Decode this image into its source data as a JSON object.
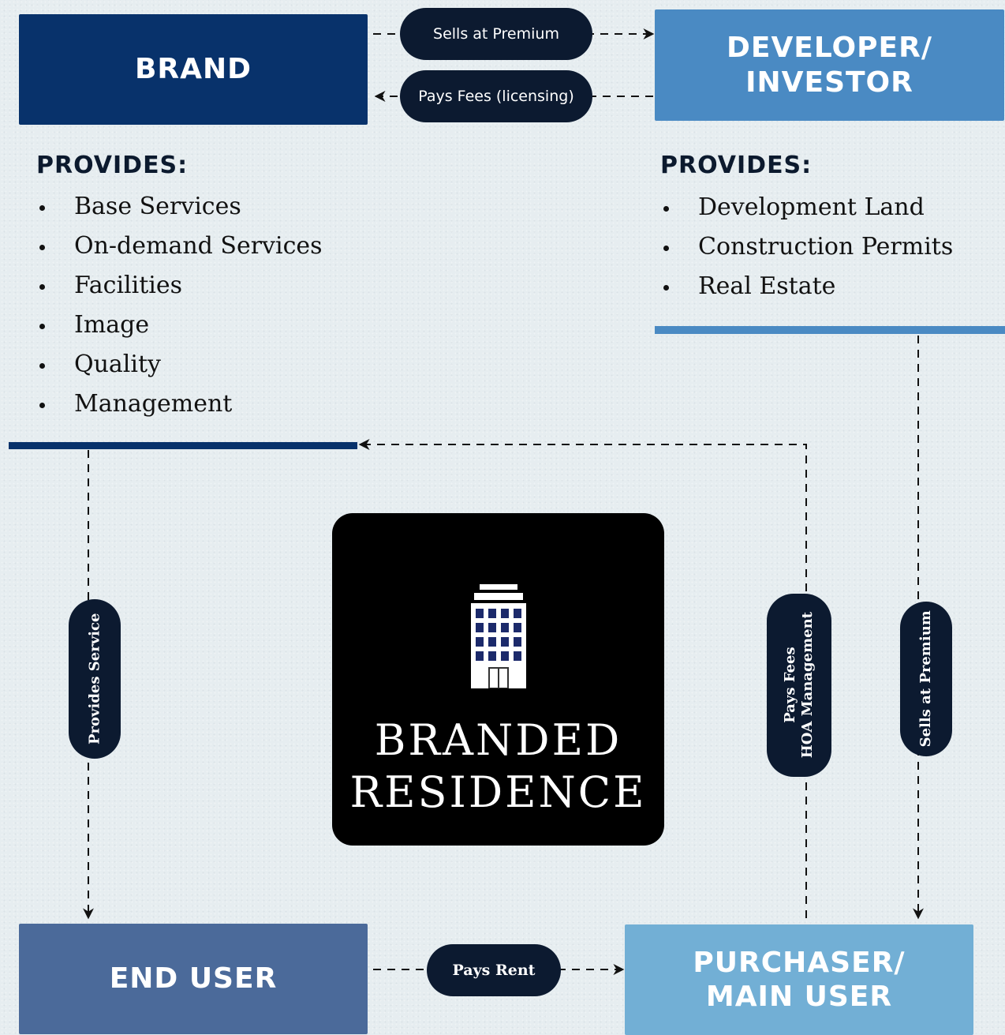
{
  "colors": {
    "brand": "#08326b",
    "developer": "#4a8ac3",
    "end_user": "#4b6a9a",
    "purchaser": "#72afd5",
    "pill": "#0c1a30",
    "center": "#000000"
  },
  "boxes": {
    "brand": "BRAND",
    "developer": "DEVELOPER/\nINVESTOR",
    "end_user": "END USER",
    "purchaser": "PURCHASER/\nMAIN USER"
  },
  "brand_provides": {
    "heading": "PROVIDES:",
    "items": [
      "Base Services",
      "On-demand Services",
      "Facilities",
      "Image",
      "Quality",
      "Management"
    ]
  },
  "developer_provides": {
    "heading": "PROVIDES:",
    "items": [
      "Development Land",
      "Construction Permits",
      "Real Estate"
    ]
  },
  "flows": {
    "brand_to_developer": "Sells at Premium",
    "developer_to_brand": "Pays Fees (licensing)",
    "brand_to_end_user": "Provides Service",
    "purchaser_to_brand": "Pays Fees\nHOA Management",
    "developer_to_purchaser": "Sells at Premium",
    "end_user_to_purchaser": "Pays Rent"
  },
  "center": {
    "title": "BRANDED\nRESIDENCE",
    "icon": "building-icon"
  }
}
